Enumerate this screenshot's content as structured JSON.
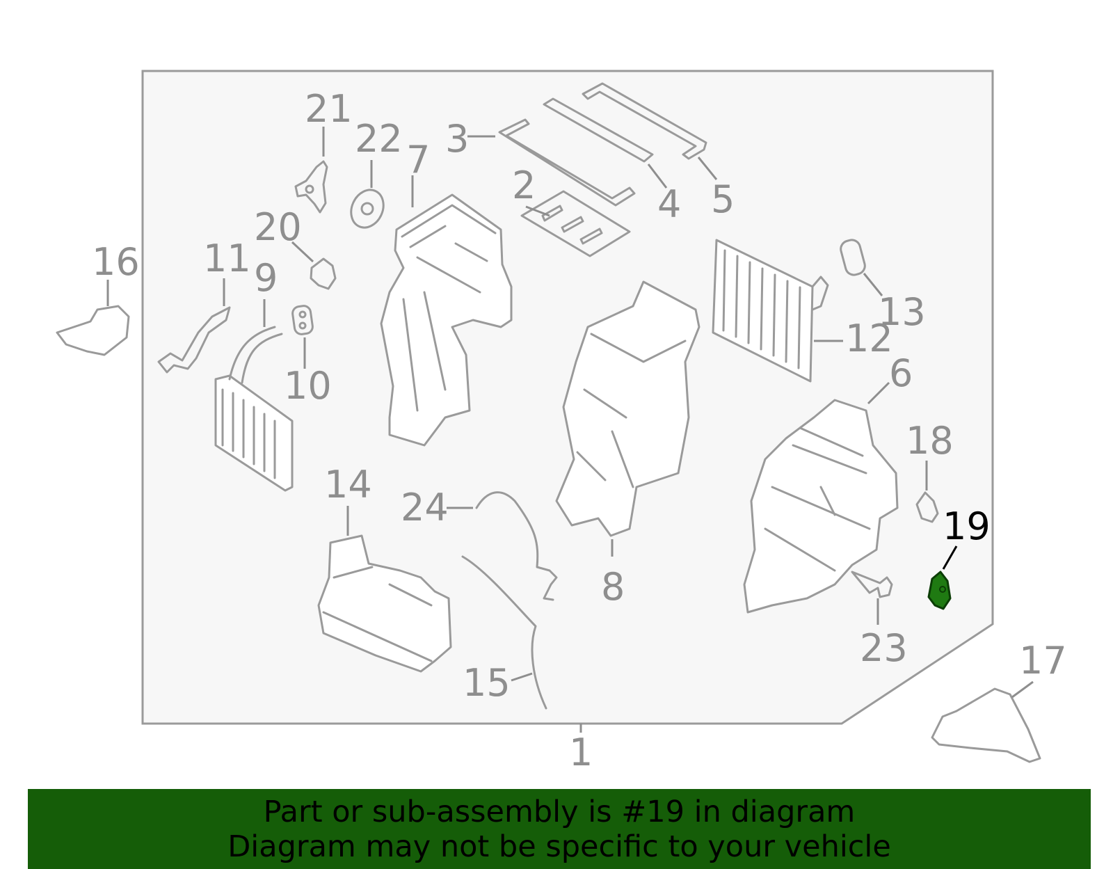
{
  "callouts": {
    "c1": "1",
    "c2": "2",
    "c3": "3",
    "c4": "4",
    "c5": "5",
    "c6": "6",
    "c7": "7",
    "c8": "8",
    "c9": "9",
    "c10": "10",
    "c11": "11",
    "c12": "12",
    "c13": "13",
    "c14": "14",
    "c15": "15",
    "c16": "16",
    "c17": "17",
    "c18": "18",
    "c19": "19",
    "c20": "20",
    "c21": "21",
    "c22": "22",
    "c23": "23",
    "c24": "24"
  },
  "highlighted_part": "19",
  "colors": {
    "highlight": "#1f7a12",
    "banner": "#155d08",
    "line_art": "#9a9a9a",
    "panel": "#f7f7f7"
  },
  "banner": {
    "line1": "Part or sub-assembly is #19 in diagram",
    "line2": "Diagram may not be specific to your vehicle"
  }
}
